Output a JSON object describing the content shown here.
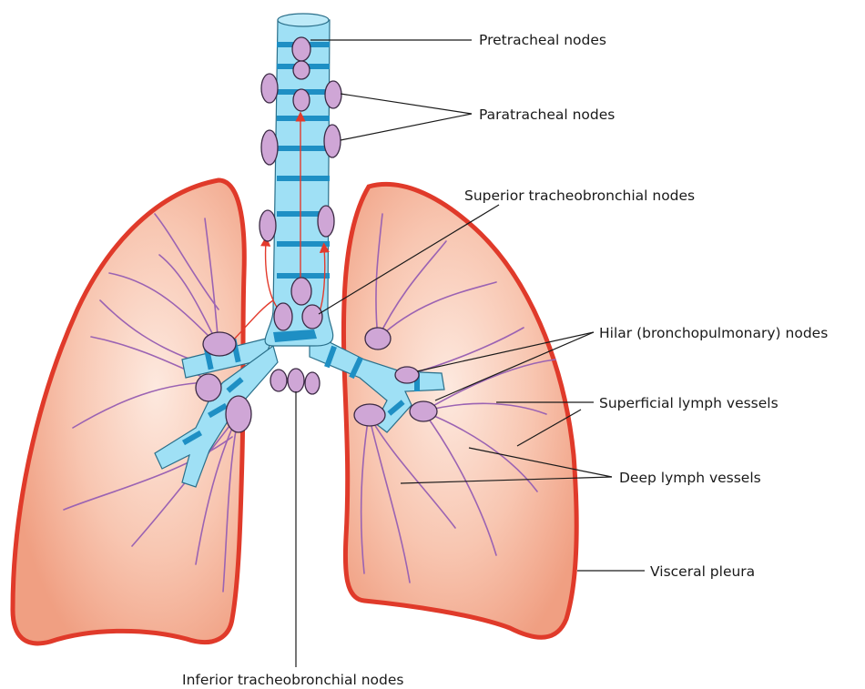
{
  "labels": {
    "pretracheal": "Pretracheal nodes",
    "paratracheal": "Paratracheal nodes",
    "superior": "Superior tracheobronchial nodes",
    "hilar": "Hilar (bronchopulmonary) nodes",
    "superficial": "Superficial lymph vessels",
    "deep": "Deep lymph vessels",
    "pleura": "Visceral pleura",
    "inferior": "Inferior tracheobronchial nodes"
  },
  "colors": {
    "lung_fill_center": "#fde7dc",
    "lung_fill_edge": "#f3a98c",
    "pleura": "#e03a2a",
    "airway": "#9fe0f5",
    "airway_ring": "#1e8fc4",
    "node": "#cfa6d6",
    "lymph_vessel": "#9b63b3",
    "flow_arrow": "#e33a2c"
  }
}
